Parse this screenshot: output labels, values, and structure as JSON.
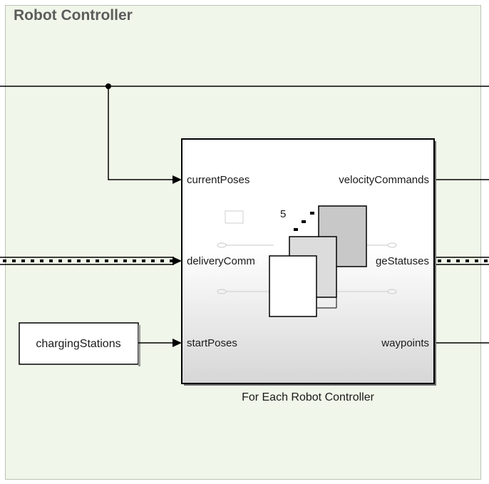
{
  "area": {
    "title": "Robot Controller"
  },
  "constant_block": {
    "value": "chargingStations"
  },
  "subsystem": {
    "name": "For Each Robot Controller",
    "iteration_count": "5",
    "inports": [
      "currentPoses",
      "deliveryComm",
      "startPoses"
    ],
    "outports": [
      "velocityCommands",
      "geStatuses",
      "waypoints"
    ]
  },
  "colors": {
    "area_fill": "#f0f6e9",
    "line": "#000000"
  }
}
